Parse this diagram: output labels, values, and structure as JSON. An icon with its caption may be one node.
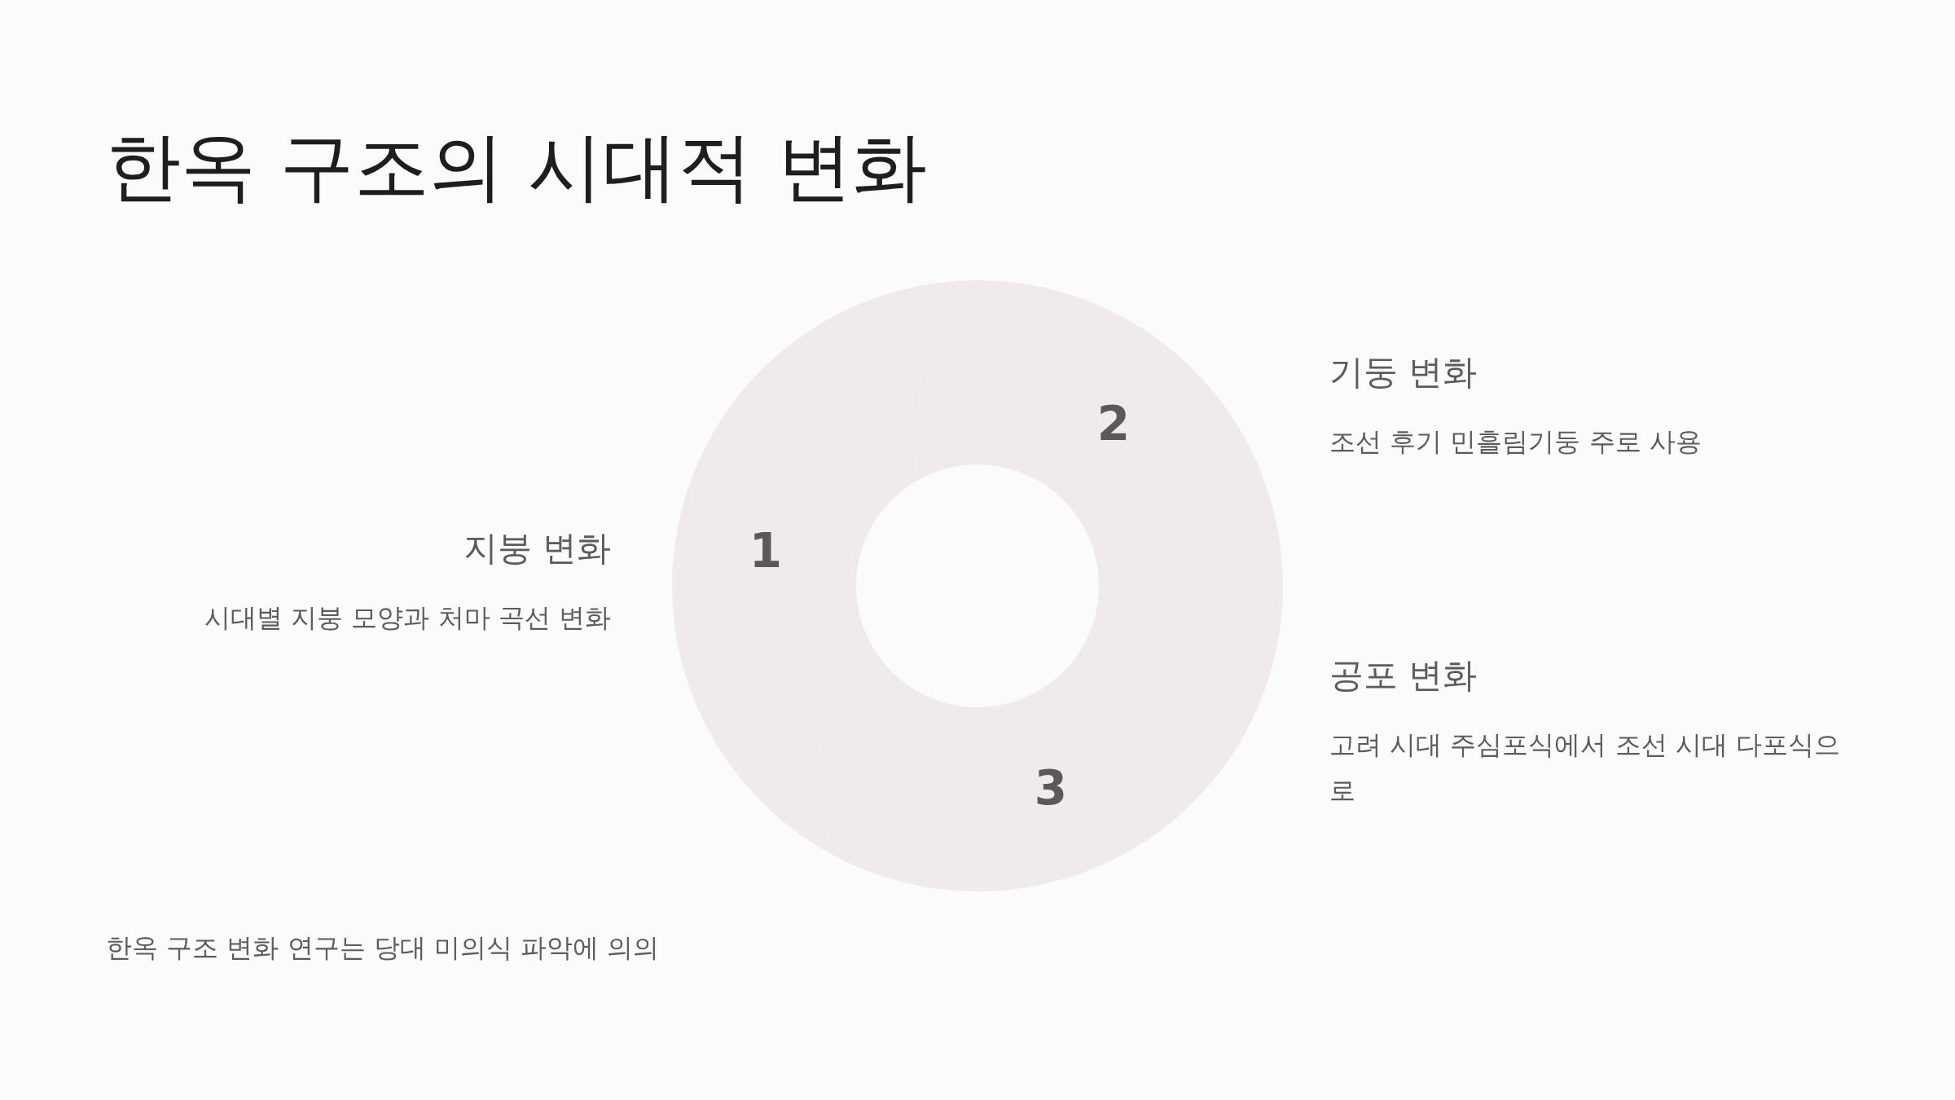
{
  "diagram": {
    "title": "한옥 구조의 시대적 변화",
    "nodes": [
      {
        "text": [
          "1"
        ],
        "beside": [
          "지붕 변화",
          "시대별 지붕 모양과 처마 곡선 변화"
        ]
      },
      {
        "text": [
          "2"
        ],
        "beside": [
          "기둥 변화",
          "조선 후기 민흘림기둥 주로 사용"
        ]
      },
      {
        "text": [
          "3"
        ],
        "beside": [
          "공포 변화",
          "고려 시대 주심포식에서 조선 시대 다포식으로"
        ]
      }
    ],
    "labels": [
      "한옥 구조 변화 연구는 당대 미의식 파악에 의의"
    ]
  }
}
